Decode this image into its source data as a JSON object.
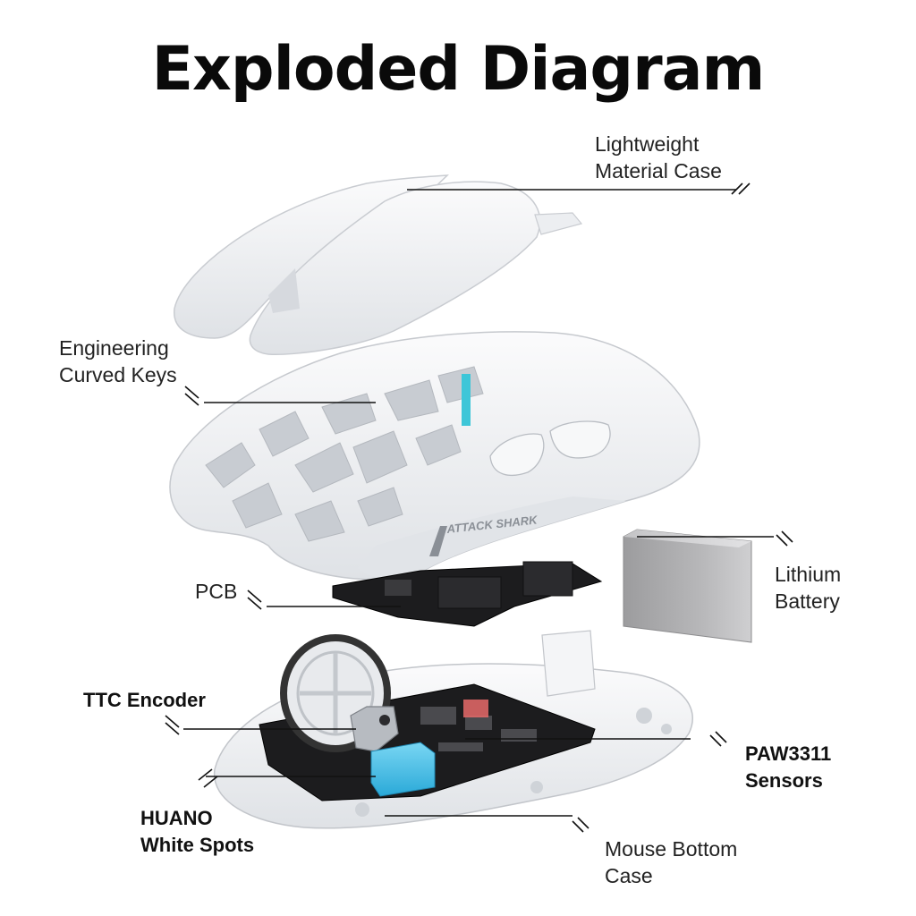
{
  "title": "Exploded Diagram",
  "brand": "ATTACK SHARK",
  "labels": {
    "case_top": [
      "Lightweight",
      "Material Case"
    ],
    "keys": [
      "Engineering",
      "Curved Keys"
    ],
    "pcb": "PCB",
    "battery": [
      "Lithium",
      "Battery"
    ],
    "encoder": "TTC Encoder",
    "sensors": [
      "PAW3311",
      "Sensors"
    ],
    "switches": [
      "HUANO",
      "White Spots"
    ],
    "bottom": [
      "Mouse Bottom",
      "Case"
    ]
  },
  "colors": {
    "shell": "#f2f3f5",
    "shell_shadow": "#d5d8dc",
    "pcb": "#1c1c1e",
    "battery": "#a9a9ab",
    "switch": "#4fc3ec",
    "accent": "#3ec6d8",
    "leader": "#111111"
  }
}
